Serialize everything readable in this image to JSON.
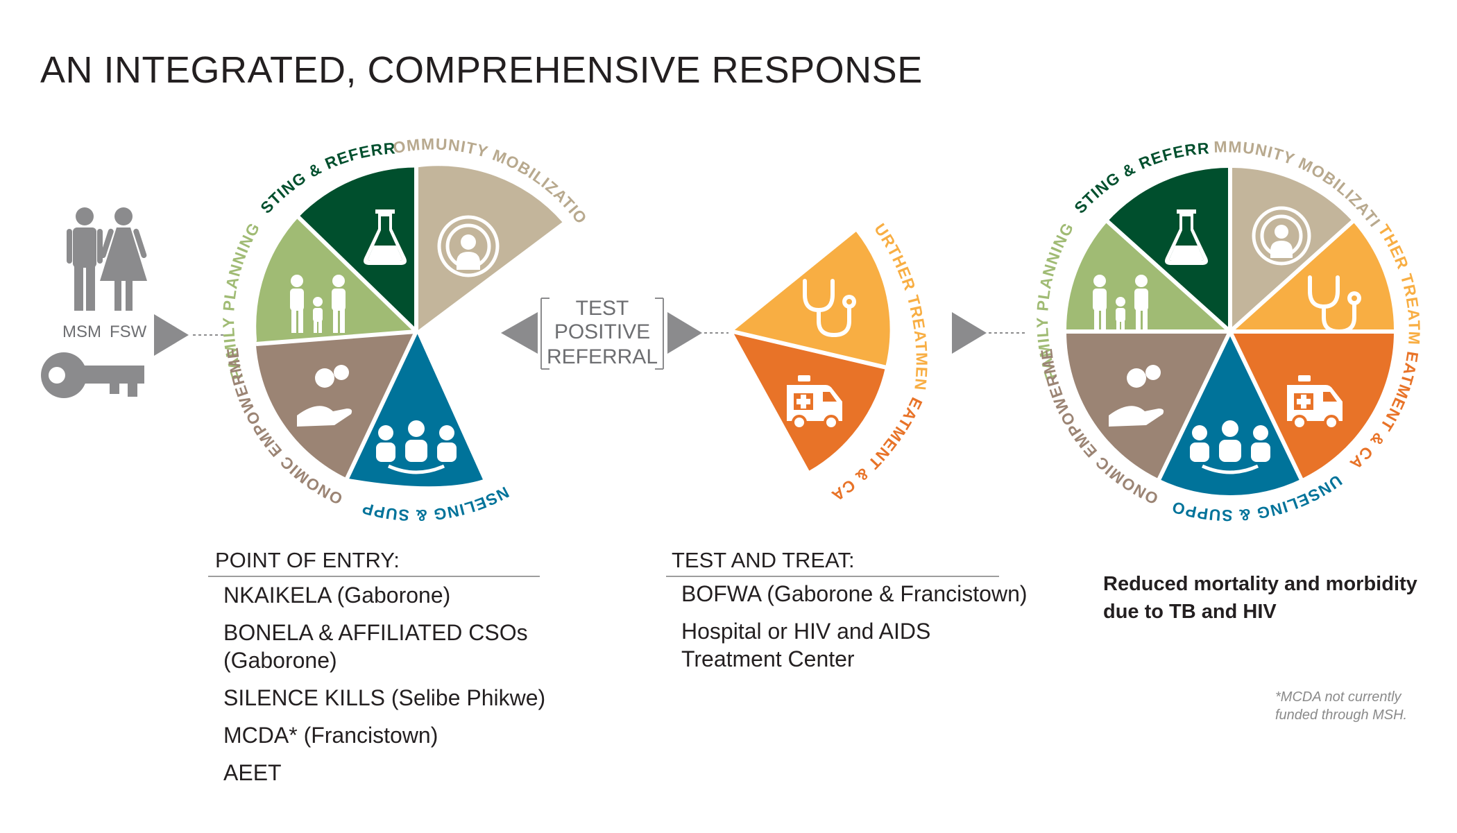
{
  "title": "AN INTEGRATED, COMPREHENSIVE RESPONSE",
  "populations": {
    "msm_label": "MSM",
    "fsw_label": "FSW",
    "icon": "man-woman-icon",
    "key_icon": "key-icon"
  },
  "ring_labels": {
    "testing_referral": "TESTING & REFERRAL",
    "community_mobilization": "COMMUNITY MOBILIZATION",
    "family_planning": "FAMILY PLANNING",
    "economic_empowerment": "ECONOMIC EMPOWERMENT",
    "counseling_support": "COUNSELING & SUPPORT",
    "further_treatment": "FURTHER TREATMENT",
    "treatment_care": "TREATMENT & CARE"
  },
  "referral": {
    "line1": "TEST",
    "line2": "POSITIVE",
    "line3": "REFERRAL"
  },
  "segment_icons": {
    "testing": "flask-icon",
    "community": "broadcast-person-icon",
    "family": "family-icon",
    "economic": "coins-hand-icon",
    "counseling": "group-icon",
    "further_treatment": "stethoscope-icon",
    "treatment_care": "ambulance-icon"
  },
  "colors": {
    "testing": "#004f2d",
    "community": "#c3b59b",
    "family": "#a0bb74",
    "economic": "#9b8474",
    "counseling": "#00739a",
    "further_treatment": "#f8ae43",
    "treatment_care": "#e87328",
    "grey": "#8b8b8d"
  },
  "point_of_entry": {
    "heading": "POINT OF ENTRY:",
    "items": [
      "NKAIKELA (Gaborone)",
      "BONELA & AFFILIATED CSOs (Gaborone)",
      "SILENCE KILLS (Selibe Phikwe)",
      "MCDA* (Francistown)",
      "AEET"
    ]
  },
  "test_and_treat": {
    "heading": "TEST AND TREAT:",
    "items": [
      "BOFWA (Gaborone & Francistown)",
      "Hospital or HIV and AIDS Treatment Center"
    ]
  },
  "outcome": "Reduced mortality and morbidity due to TB and HIV",
  "footnote": "*MCDA not currently funded through MSH."
}
